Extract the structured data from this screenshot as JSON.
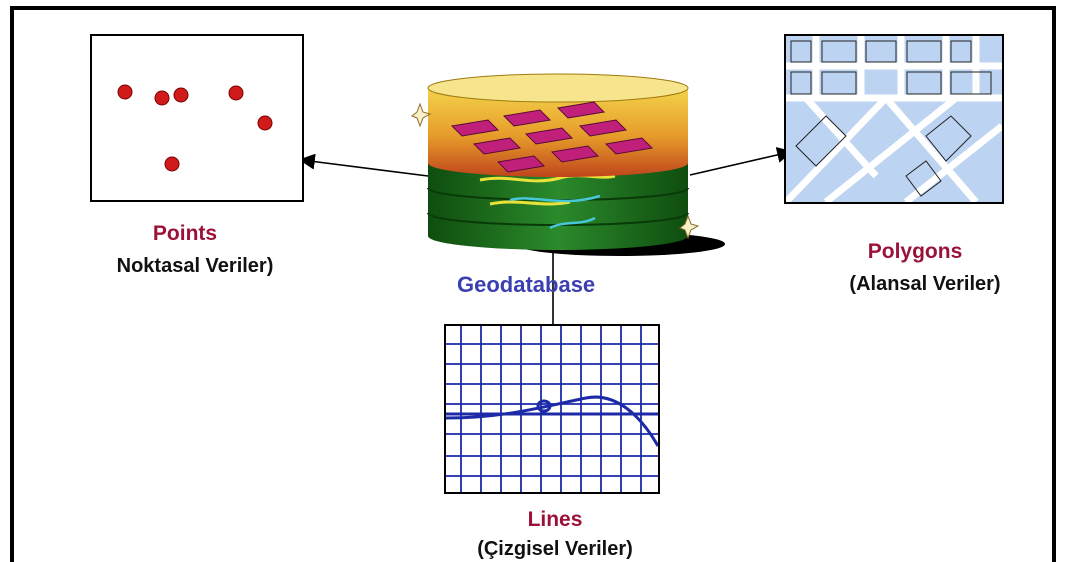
{
  "diagram": {
    "center": {
      "label": "Geodatabase"
    },
    "points": {
      "title": "Points",
      "subtitle": "Noktasal Veriler)"
    },
    "polygons": {
      "title": "Polygons",
      "subtitle": "(Alansal Veriler)"
    },
    "lines": {
      "title": "Lines",
      "subtitle": "(Çizgisel Veriler)"
    }
  },
  "colors": {
    "title_red": "#9b1239",
    "geodatabase_blue": "#3b3fb0",
    "point_red": "#d11a1a",
    "polygon_fill": "#bcd3f2",
    "line_blue": "#1c2aa8",
    "tile_magenta": "#c0207a",
    "layer_green": "#1f6e1f"
  }
}
